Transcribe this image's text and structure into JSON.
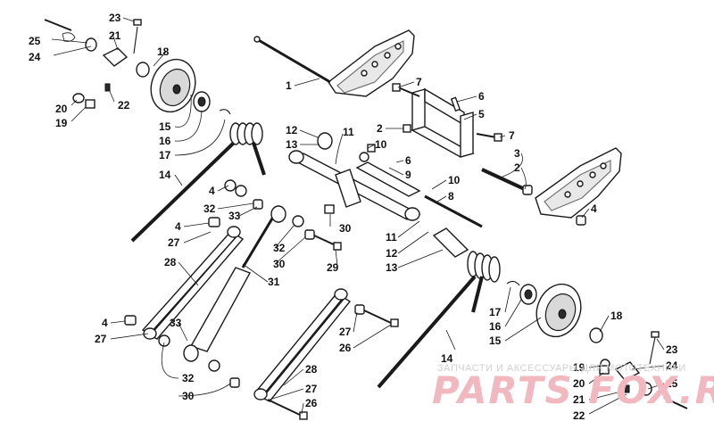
{
  "callouts": [
    {
      "id": "c23a",
      "text": "23"
    },
    {
      "id": "c25a",
      "text": "25"
    },
    {
      "id": "c21a",
      "text": "21"
    },
    {
      "id": "c24a",
      "text": "24"
    },
    {
      "id": "c18a",
      "text": "18"
    },
    {
      "id": "c20a",
      "text": "20"
    },
    {
      "id": "c22a",
      "text": "22"
    },
    {
      "id": "c19a",
      "text": "19"
    },
    {
      "id": "c15a",
      "text": "15"
    },
    {
      "id": "c16a",
      "text": "16"
    },
    {
      "id": "c17a",
      "text": "17"
    },
    {
      "id": "c14a",
      "text": "14"
    },
    {
      "id": "c1",
      "text": "1"
    },
    {
      "id": "c7a",
      "text": "7"
    },
    {
      "id": "c6a",
      "text": "6"
    },
    {
      "id": "c5",
      "text": "5"
    },
    {
      "id": "c2a",
      "text": "2"
    },
    {
      "id": "c7b",
      "text": "7"
    },
    {
      "id": "c3",
      "text": "3"
    },
    {
      "id": "c2b",
      "text": "2"
    },
    {
      "id": "c12a",
      "text": "12"
    },
    {
      "id": "c11a",
      "text": "11"
    },
    {
      "id": "c13a",
      "text": "13"
    },
    {
      "id": "c10a",
      "text": "10"
    },
    {
      "id": "c6b",
      "text": "6"
    },
    {
      "id": "c9",
      "text": "9"
    },
    {
      "id": "c10b",
      "text": "10"
    },
    {
      "id": "c8",
      "text": "8"
    },
    {
      "id": "c4a",
      "text": "4"
    },
    {
      "id": "c4b",
      "text": "4"
    },
    {
      "id": "c32a",
      "text": "32"
    },
    {
      "id": "c33a",
      "text": "33"
    },
    {
      "id": "c4c",
      "text": "4"
    },
    {
      "id": "c27a",
      "text": "27"
    },
    {
      "id": "c30a",
      "text": "30"
    },
    {
      "id": "c11b",
      "text": "11"
    },
    {
      "id": "c12b",
      "text": "12"
    },
    {
      "id": "c13b",
      "text": "13"
    },
    {
      "id": "c32b",
      "text": "32"
    },
    {
      "id": "c30b",
      "text": "30"
    },
    {
      "id": "c29",
      "text": "29"
    },
    {
      "id": "c28a",
      "text": "28"
    },
    {
      "id": "c31",
      "text": "31"
    },
    {
      "id": "c17b",
      "text": "17"
    },
    {
      "id": "c16b",
      "text": "16"
    },
    {
      "id": "c15b",
      "text": "15"
    },
    {
      "id": "c18b",
      "text": "18"
    },
    {
      "id": "c14b",
      "text": "14"
    },
    {
      "id": "c4d",
      "text": "4"
    },
    {
      "id": "c27b",
      "text": "27"
    },
    {
      "id": "c33b",
      "text": "33"
    },
    {
      "id": "c27c",
      "text": "27"
    },
    {
      "id": "c26a",
      "text": "26"
    },
    {
      "id": "c23b",
      "text": "23"
    },
    {
      "id": "c24b",
      "text": "24"
    },
    {
      "id": "c19b",
      "text": "19"
    },
    {
      "id": "c20b",
      "text": "20"
    },
    {
      "id": "c25b",
      "text": "25"
    },
    {
      "id": "c21b",
      "text": "21"
    },
    {
      "id": "c22b",
      "text": "22"
    },
    {
      "id": "c32c",
      "text": "32"
    },
    {
      "id": "c30c",
      "text": "30"
    },
    {
      "id": "c28b",
      "text": "28"
    },
    {
      "id": "c27d",
      "text": "27"
    },
    {
      "id": "c26b",
      "text": "26"
    }
  ],
  "watermark": {
    "tagline": "ЗАПЧАСТИ И АКСЕССУАРЫ ДЛЯ МОТОТЕХНИКИ",
    "brand": "PARTS FOX.RU"
  }
}
